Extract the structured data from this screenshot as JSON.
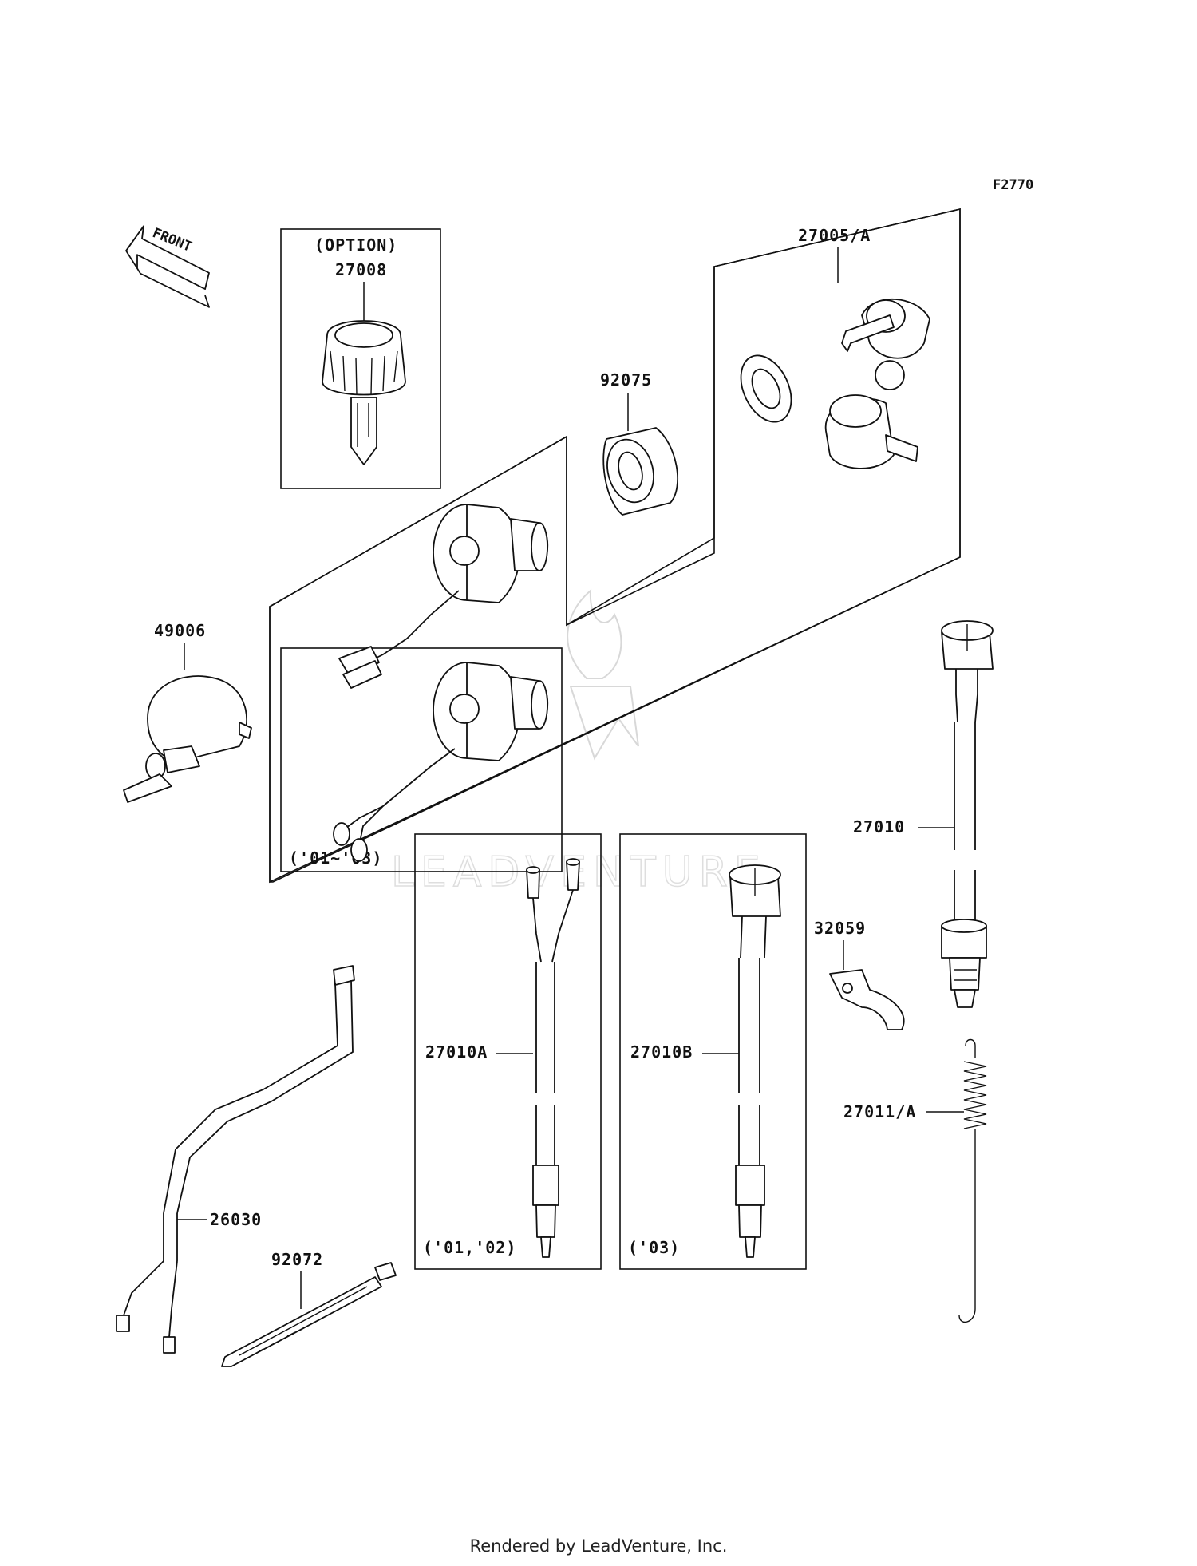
{
  "figure_code": "F2770",
  "front_label": "FRONT",
  "option_label": "(OPTION)",
  "callouts": {
    "p27008": "27008",
    "p27005A": "27005/A",
    "p92075": "92075",
    "p49006": "49006",
    "p27010": "27010",
    "p32059": "32059",
    "p27010A": "27010A",
    "p27010B": "27010B",
    "p27011A": "27011/A",
    "p26030": "26030",
    "p92072": "92072"
  },
  "year_notes": {
    "ignition_sub": "('01~'03)",
    "sw_a": "('01,'02)",
    "sw_b": "('03)"
  },
  "watermark": "LEADVENTURE",
  "footer": "Rendered by LeadVenture, Inc."
}
